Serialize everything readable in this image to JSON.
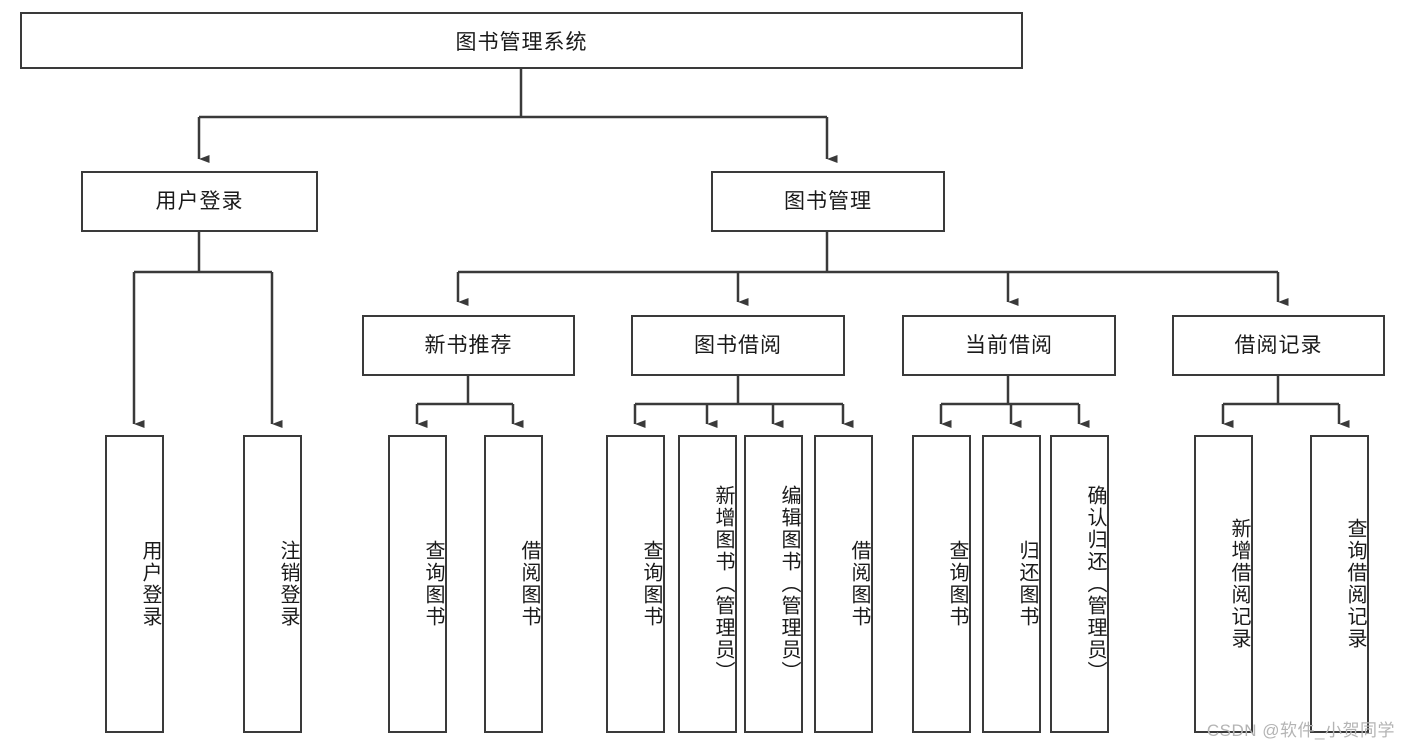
{
  "diagram": {
    "type": "tree-hierarchy",
    "title": "图书管理系统",
    "watermark": "CSDN @软件_小贺同学",
    "colors": {
      "stroke": "#3a3a3a",
      "fill": "#ffffff",
      "text": "#1a1a1a",
      "watermark": "#b4b4b4"
    },
    "nodes": {
      "root": {
        "label": "图书管理系统"
      },
      "level1": [
        {
          "label": "用户登录"
        },
        {
          "label": "图书管理"
        }
      ],
      "level2": [
        {
          "label": "新书推荐"
        },
        {
          "label": "图书借阅"
        },
        {
          "label": "当前借阅"
        },
        {
          "label": "借阅记录"
        }
      ],
      "leaves": {
        "user_login": [
          {
            "label": "用户登录"
          },
          {
            "label": "注销登录"
          }
        ],
        "new_book_recommend": [
          {
            "label": "查询图书"
          },
          {
            "label": "借阅图书"
          }
        ],
        "book_borrow": [
          {
            "label": "查询图书"
          },
          {
            "label": "新增图书（管理员）"
          },
          {
            "label": "编辑图书（管理员）"
          },
          {
            "label": "借阅图书"
          }
        ],
        "current_borrow": [
          {
            "label": "查询图书"
          },
          {
            "label": "归还图书"
          },
          {
            "label": "确认归还（管理员）"
          }
        ],
        "borrow_record": [
          {
            "label": "新增借阅记录"
          },
          {
            "label": "查询借阅记录"
          }
        ]
      }
    }
  }
}
